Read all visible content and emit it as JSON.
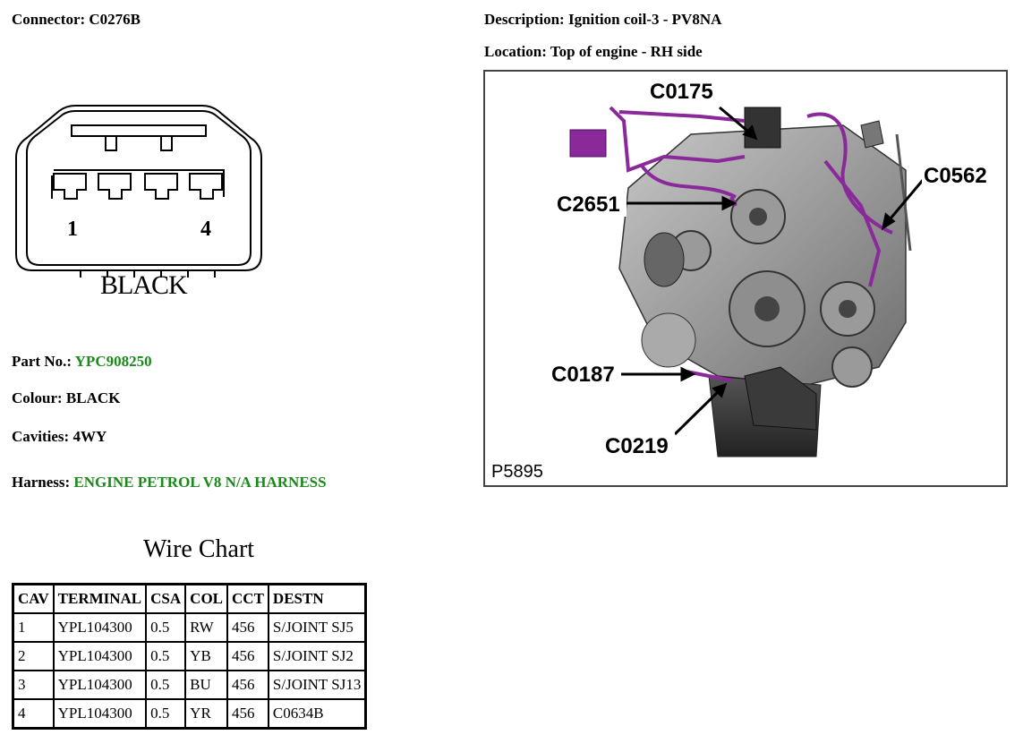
{
  "connector": {
    "label": "Connector:",
    "value": "C0276B"
  },
  "description": {
    "label": "Description:",
    "value": "Ignition coil-3 - PV8NA"
  },
  "location": {
    "label": "Location:",
    "value": "Top of engine - RH side"
  },
  "connector_diagram": {
    "pin_first": "1",
    "pin_last": "4",
    "colour_text": "BLACK"
  },
  "part_no": {
    "label": "Part No.:",
    "value": "YPC908250"
  },
  "colour": {
    "label": "Colour:",
    "value": "BLACK"
  },
  "cavities": {
    "label": "Cavities:",
    "value": "4WY"
  },
  "harness": {
    "label": "Harness:",
    "value": "ENGINE PETROL V8 N/A HARNESS"
  },
  "wire_chart": {
    "title": "Wire Chart",
    "headers": [
      "CAV",
      "TERMINAL",
      "CSA",
      "COL",
      "CCT",
      "DESTN"
    ],
    "rows": [
      [
        "1",
        "YPL104300",
        "0.5",
        "RW",
        "456",
        "S/JOINT SJ5"
      ],
      [
        "2",
        "YPL104300",
        "0.5",
        "YB",
        "456",
        "S/JOINT SJ2"
      ],
      [
        "3",
        "YPL104300",
        "0.5",
        "BU",
        "456",
        "S/JOINT SJ13"
      ],
      [
        "4",
        "YPL104300",
        "0.5",
        "YR",
        "456",
        "C0634B"
      ]
    ]
  },
  "engine_image": {
    "callouts": [
      "C0175",
      "C0562",
      "C2651",
      "C0187",
      "C0219"
    ],
    "figure_id": "P5895",
    "accent_color": "#8a2a9a"
  }
}
